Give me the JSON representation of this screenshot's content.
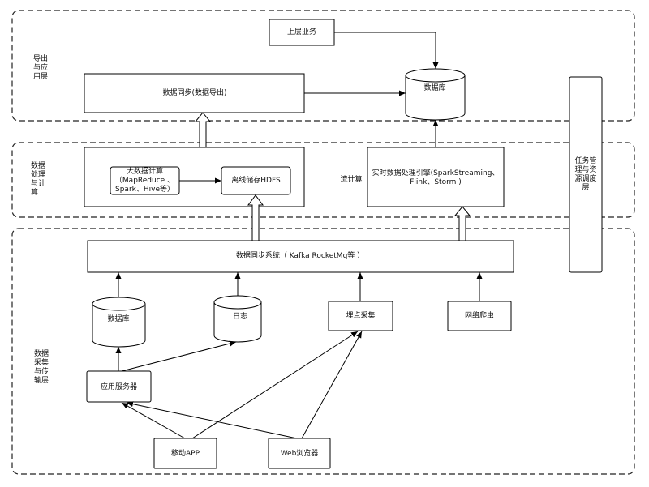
{
  "diagram": {
    "layers": {
      "export_application": {
        "label_lines": [
          "导出",
          "与应",
          "用层"
        ]
      },
      "processing_compute": {
        "label_lines": [
          "数据",
          "处理",
          "与计",
          "算"
        ]
      },
      "collection_transport": {
        "label_lines": [
          "数据",
          "采集",
          "与传",
          "输层"
        ]
      }
    },
    "scheduler": {
      "label_lines": [
        "任务管",
        "理与资",
        "源调度",
        "层"
      ]
    },
    "nodes": {
      "upper_business": "上层业务",
      "database_top": "数据库",
      "data_sync_export": "数据同步(数据导出)",
      "big_data_compute": [
        "大数据计算",
        "（MapReduce 、",
        "Spark、Hive等）"
      ],
      "offline_hdfs": "离线储存HDFS",
      "stream_compute": "流计算",
      "realtime_engine": [
        "实时数据处理引擎(SparkStreaming、",
        "Flink、Storm )"
      ],
      "data_sync_system": "数据同步系统（ Kafka RocketMq等 ）",
      "database_bottom": "数据库",
      "log": "日志",
      "tracking_collect": "埋点采集",
      "web_crawler": "网络爬虫",
      "app_server": "应用服务器",
      "mobile_app": "移动APP",
      "web_browser": "Web浏览器"
    }
  }
}
